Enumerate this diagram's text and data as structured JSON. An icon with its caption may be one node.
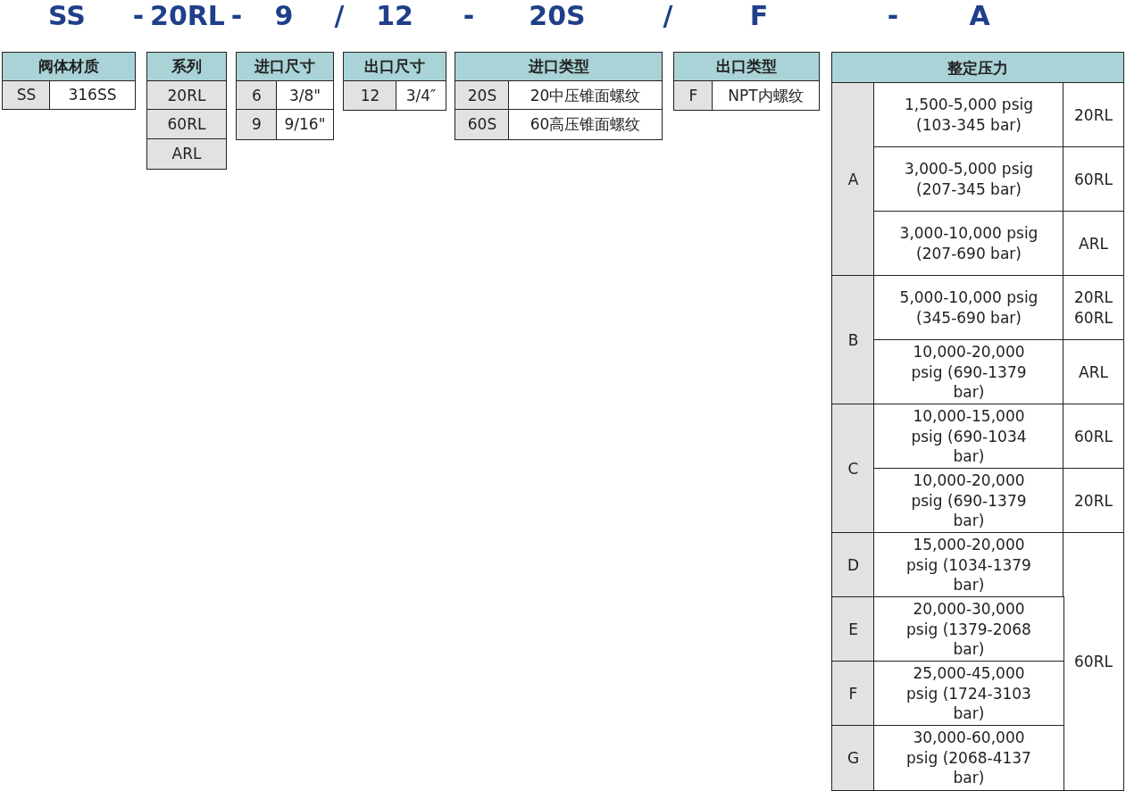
{
  "diagram": {
    "labels": [
      "SS",
      "-",
      "20RL",
      "-",
      "9",
      "/",
      "12",
      "-",
      "20S",
      "/",
      "F",
      "-",
      "A",
      "阀体材质",
      "SS",
      "316SS",
      "系列",
      "20RL",
      "60RL",
      "ARL",
      "进口尺寸",
      "6",
      "3/8\"",
      "9",
      "9/16\"",
      "出口尺寸",
      "12",
      "3/4″",
      "进口类型",
      "20S",
      "20中压锥面螺纹",
      "60S",
      "60高压锥面螺纹",
      "出口类型",
      "F",
      "NPT内螺纹",
      "整定压力",
      "A",
      "1,500-5,000 psig (103-345 bar)",
      "20RL",
      "3,000-5,000 psig (207-345 bar)",
      "60RL",
      "3,000-10,000 psig (207-690 bar)",
      "ARL",
      "B",
      "5,000-10,000 psig (345-690 bar)",
      "20RL 60RL",
      "10,000-20,000 psig (690-1379 bar)",
      "ARL",
      "C",
      "10,000-15,000 psig (690-1034 bar)",
      "60RL",
      "10,000-20,000 psig (690-1379 bar)",
      "20RL",
      "D",
      "15,000-20,000 psig (1034-1379 bar)",
      "60RL",
      "E",
      "20,000-30,000 psig (1379-2068 bar)",
      "F",
      "25,000-45,000 psig (1724-3103 bar)",
      "G",
      "30,000-60,000 psig (2068-4137 bar)"
    ]
  }
}
